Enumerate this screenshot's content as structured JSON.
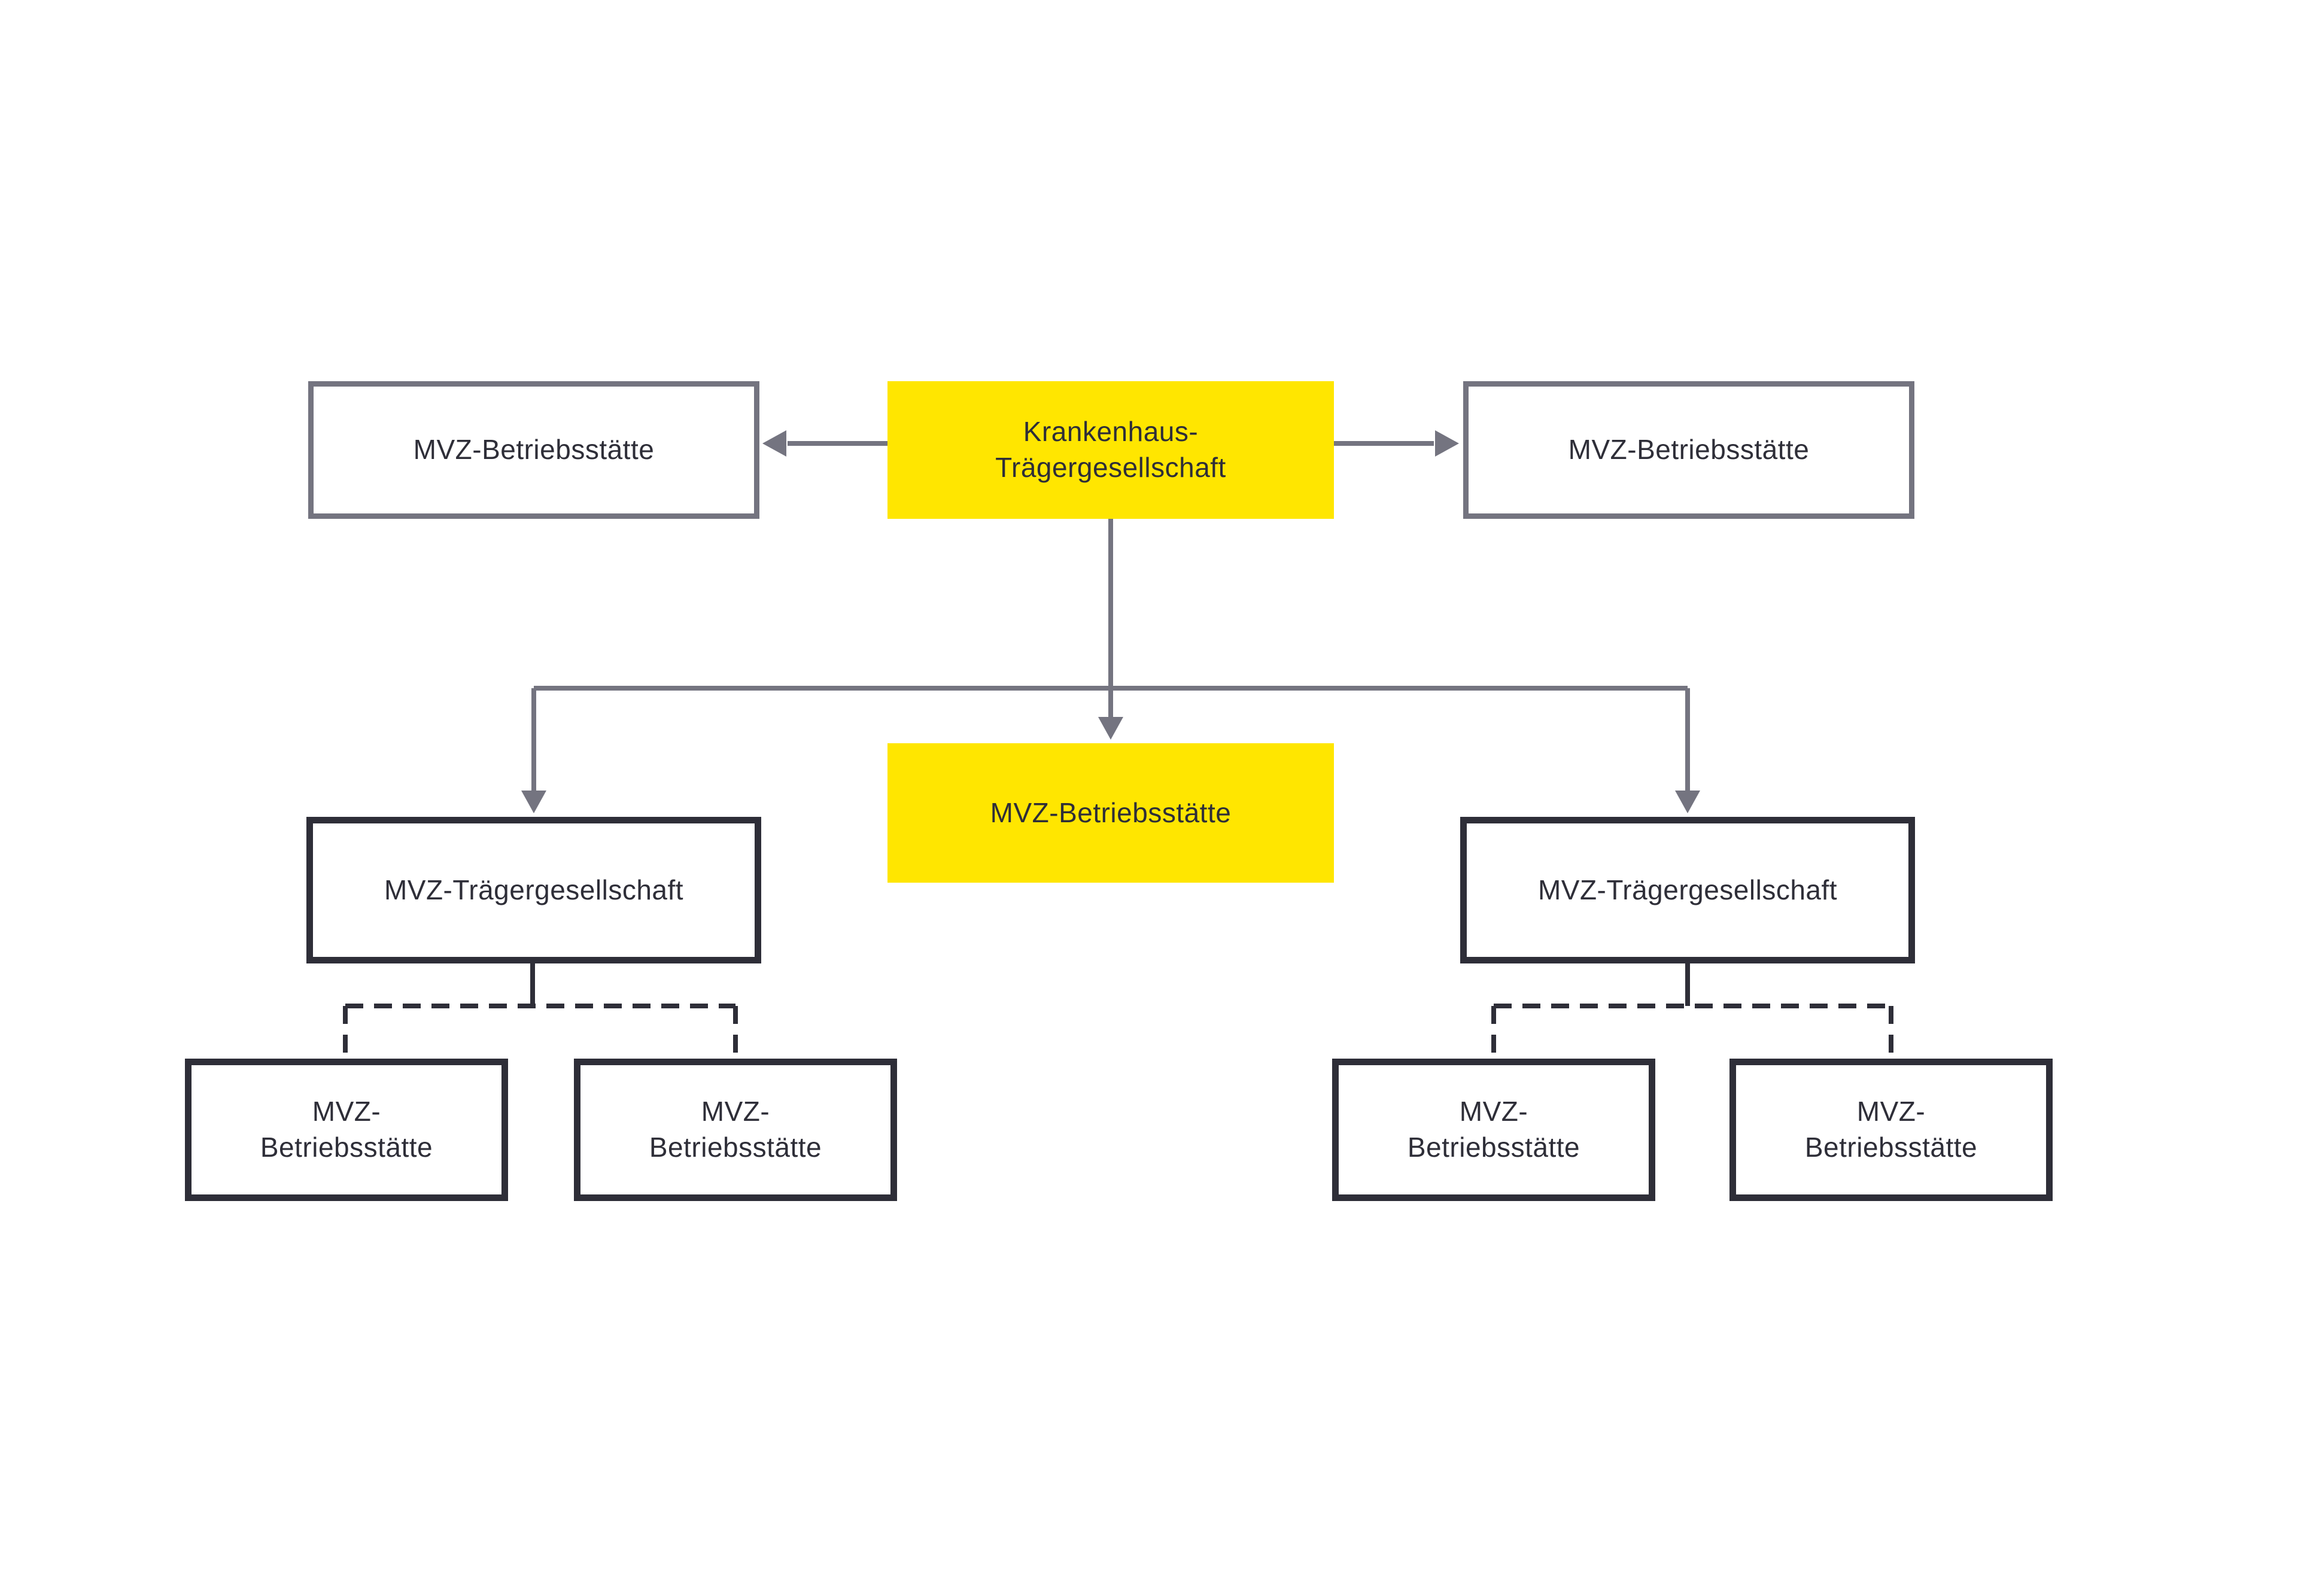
{
  "diagram": {
    "colors": {
      "yellow": "#FFE600",
      "gray": "#747480",
      "dark": "#2E2E38",
      "bg": "#FFFFFF"
    },
    "nodes": {
      "top_left": {
        "label": "MVZ-Betriebsstätte"
      },
      "root": {
        "line1": "Krankenhaus-",
        "line2": "Trägergesellschaft"
      },
      "top_right": {
        "label": "MVZ-Betriebsstätte"
      },
      "central": {
        "label": "MVZ-Betriebsstätte"
      },
      "traeger_left": {
        "label": "MVZ-Trägergesellschaft"
      },
      "traeger_right": {
        "label": "MVZ-Trägergesellschaft"
      },
      "bottom_left_1": {
        "line1": "MVZ-",
        "line2": "Betriebsstätte"
      },
      "bottom_left_2": {
        "line1": "MVZ-",
        "line2": "Betriebsstätte"
      },
      "bottom_right_1": {
        "line1": "MVZ-",
        "line2": "Betriebsstätte"
      },
      "bottom_right_2": {
        "line1": "MVZ-",
        "line2": "Betriebsstätte"
      }
    }
  }
}
